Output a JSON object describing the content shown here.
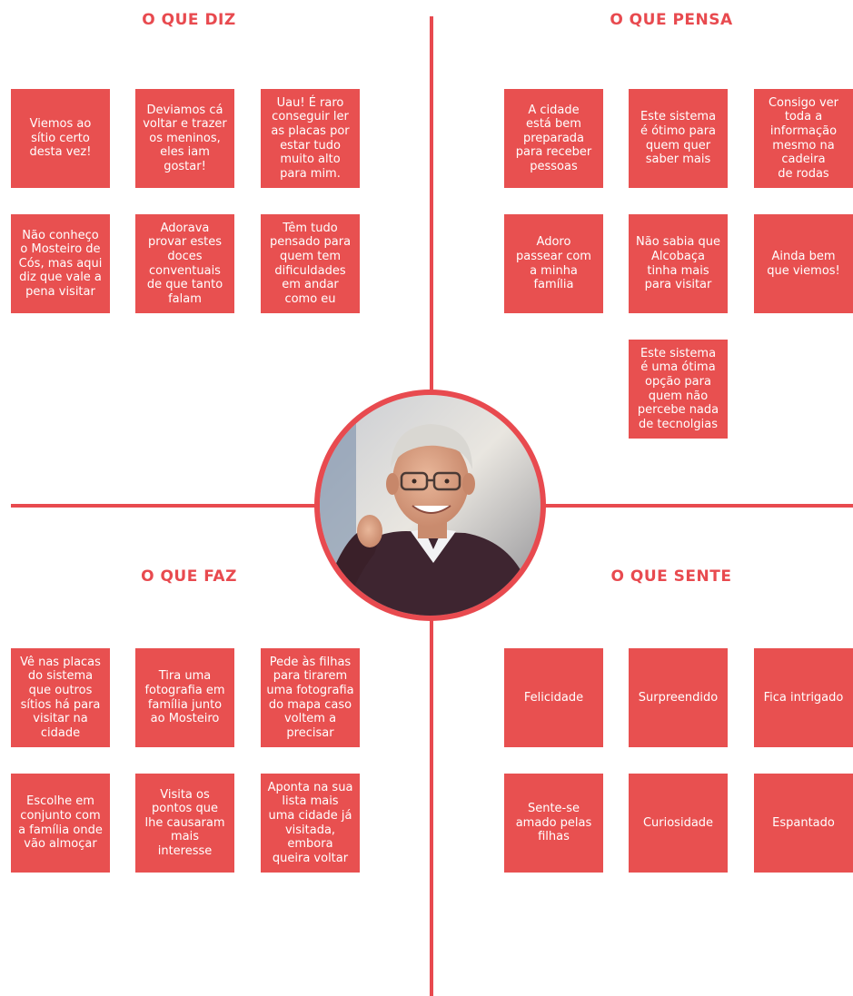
{
  "colors": {
    "accent": "#e84a4f",
    "note": "#e85050"
  },
  "quadrants": {
    "diz": {
      "title": "O QUE DIZ",
      "notes": [
        "Viemos ao\nsítio certo\ndesta vez!",
        "Deviamos cá\nvoltar e trazer\nos meninos,\neles iam\ngostar!",
        "Uau! É raro\nconseguir ler\nas placas por\nestar tudo\nmuito alto\npara mim.",
        "Não conheço\no Mosteiro de\nCós, mas aqui\ndiz que vale a\npena visitar",
        "Adorava\nprovar estes\ndoces\nconventuais\nde que tanto\nfalam",
        "Têm tudo\npensado para\nquem tem\ndificuldades\nem andar\ncomo eu"
      ]
    },
    "pensa": {
      "title": "O QUE PENSA",
      "notes": [
        "A cidade\nestá bem\npreparada\npara receber\npessoas",
        "Este sistema\né ótimo para\nquem quer\nsaber mais",
        "Consigo ver\ntoda a\ninformação\nmesmo na\ncadeira\nde rodas",
        "Adoro\npassear com\na minha\nfamília",
        "Não sabia que\nAlcobaça\ntinha mais\npara visitar",
        "Ainda bem\nque viemos!",
        "Este sistema\né uma ótima\nopção para\nquem não\npercebe nada\nde tecnolgias"
      ]
    },
    "faz": {
      "title": "O QUE FAZ",
      "notes": [
        "Vê nas placas\ndo sistema\nque outros\nsítios há para\nvisitar na\ncidade",
        "Tira uma\nfotografia em\nfamília junto\nao Mosteiro",
        "Pede às filhas\npara tirarem\numa fotografia\ndo mapa caso\nvoltem a\nprecisar",
        "Escolhe em\nconjunto com\na família onde\nvão almoçar",
        "Visita os\npontos que\nlhe causaram\nmais\ninteresse",
        "Aponta na sua\nlista mais\numa cidade já\nvisitada,\nembora\nqueira voltar"
      ]
    },
    "sente": {
      "title": "O QUE SENTE",
      "notes": [
        "Felicidade",
        "Surpreendido",
        "Fica intrigado",
        "Sente-se\namado pelas\nfilhas",
        "Curiosidade",
        "Espantado"
      ]
    }
  },
  "portrait": {
    "icon": "elderly-man-photo"
  }
}
